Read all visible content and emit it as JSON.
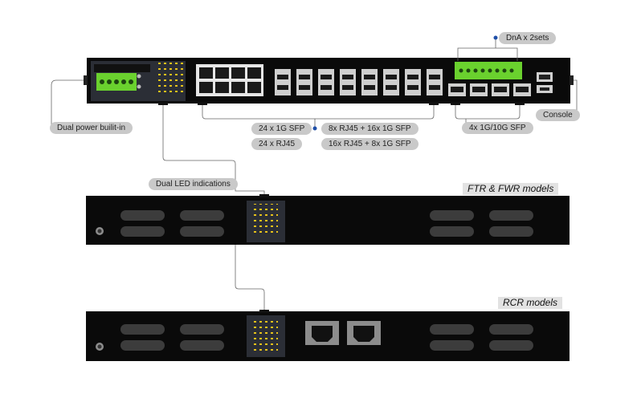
{
  "callouts": {
    "dna": "DnA x 2sets",
    "dual_power": "Dual power builit-in",
    "console": "Console",
    "sfp_10g": "4x 1G/10G SFP",
    "opt_24sfp": "24 x 1G SFP",
    "opt_24rj45": "24 x RJ45",
    "opt_8rj45_16sfp": "8x RJ45 + 16x 1G SFP",
    "opt_16rj45_8sfp": "16x RJ45 + 8x 1G SFP",
    "led": "Dual LED indications"
  },
  "models": {
    "ftr_fwr": "FTR  & FWR models",
    "rcr": "RCR models"
  },
  "colors": {
    "chassis": "#0a0a0a",
    "pill": "#c9c9c9",
    "terminal_green": "#6ad12e",
    "led_yellow": "#e6c21a",
    "connector_dot": "#1f4fa8"
  }
}
